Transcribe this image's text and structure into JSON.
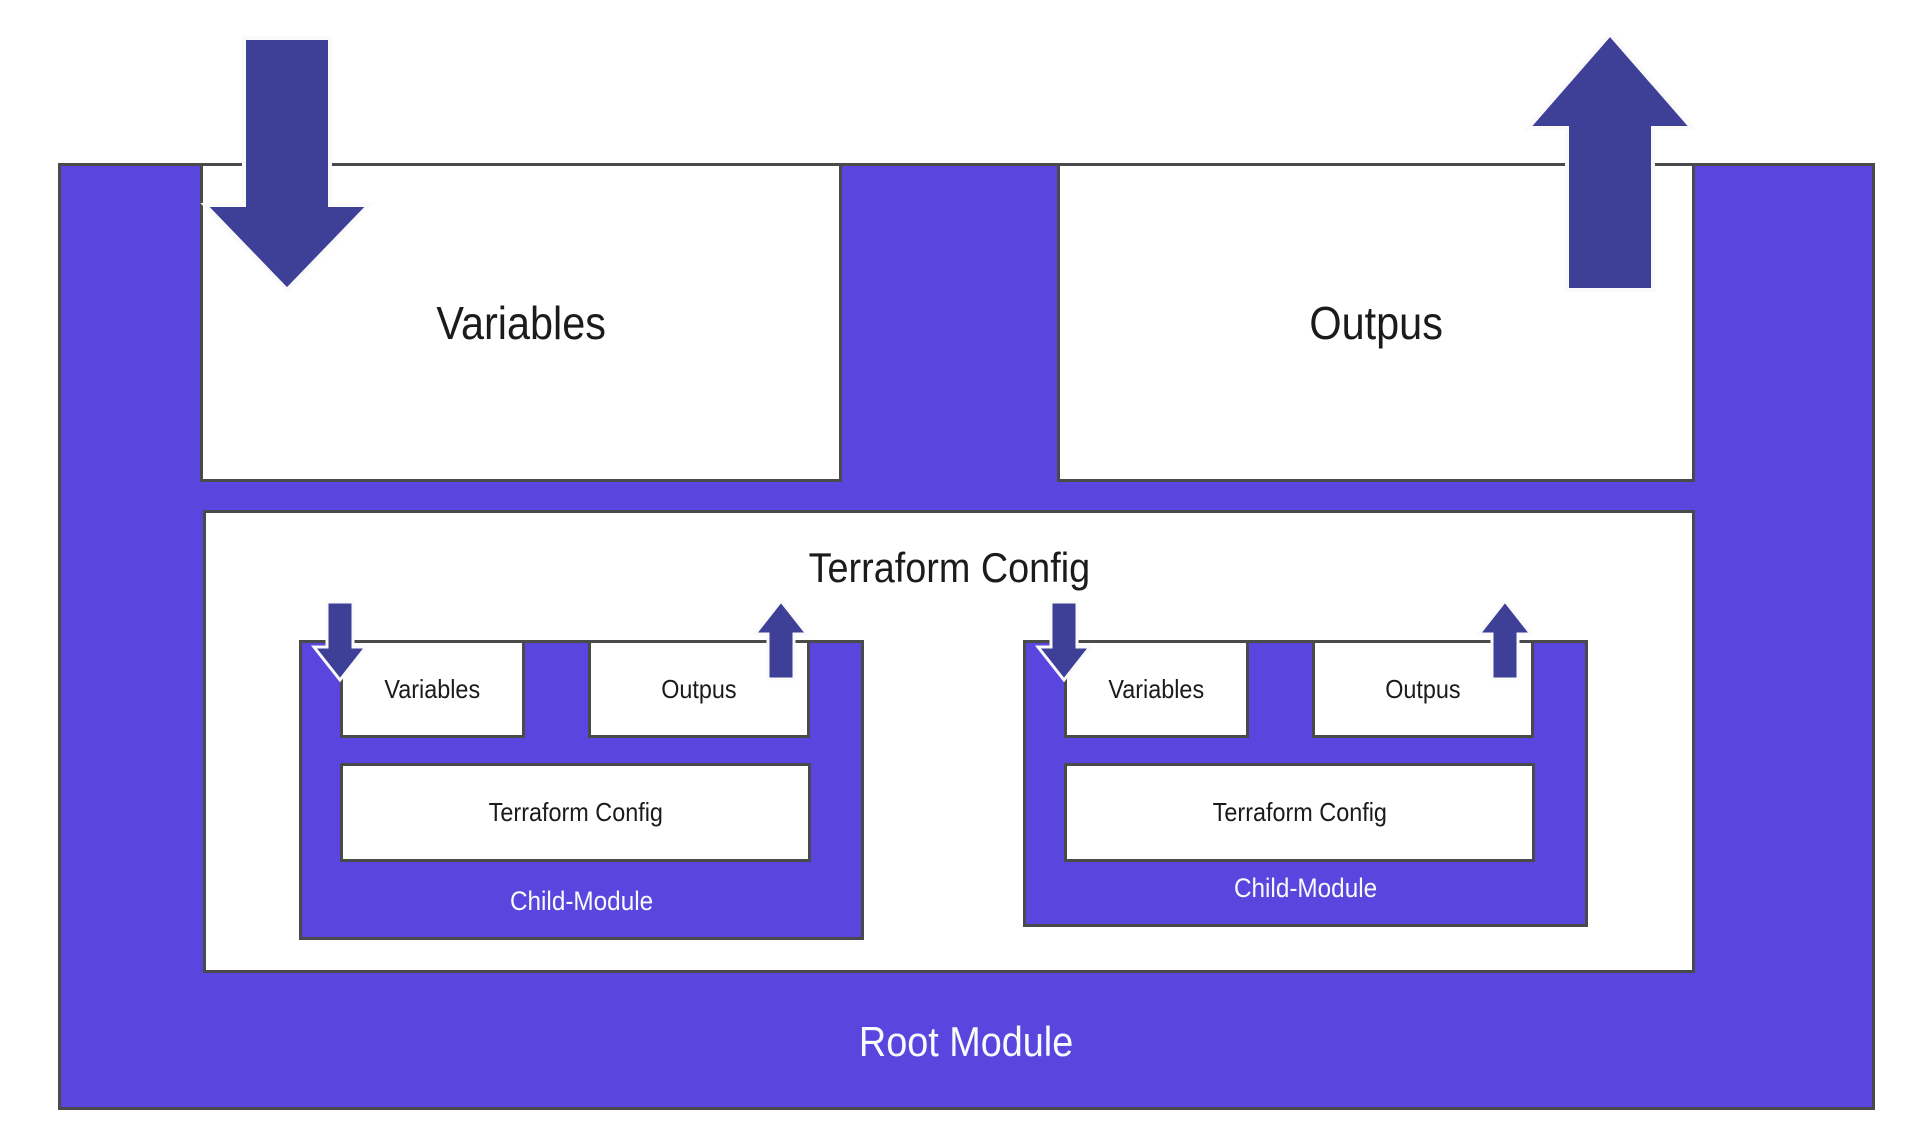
{
  "root_module": {
    "label": "Root Module"
  },
  "top_level": {
    "variables_label": "Variables",
    "outputs_label": "Outpus"
  },
  "terraform_config": {
    "title": "Terraform Config"
  },
  "child_modules": [
    {
      "label": "Child-Module",
      "variables_label": "Variables",
      "outputs_label": "Outpus",
      "config_label": "Terraform Config"
    },
    {
      "label": "Child-Module",
      "variables_label": "Variables",
      "outputs_label": "Outpus",
      "config_label": "Terraform Config"
    }
  ],
  "icons": {
    "input_arrow": "down-arrow-icon",
    "output_arrow": "up-arrow-icon"
  },
  "colors": {
    "module_fill": "#5A45DE",
    "arrow_fill": "#3E3F96",
    "arrow_casing": "#FAFAFA",
    "outline": "#4A4A4A",
    "label_dark": "#1B1B1B",
    "label_on_purple": "#FAFAFC"
  }
}
